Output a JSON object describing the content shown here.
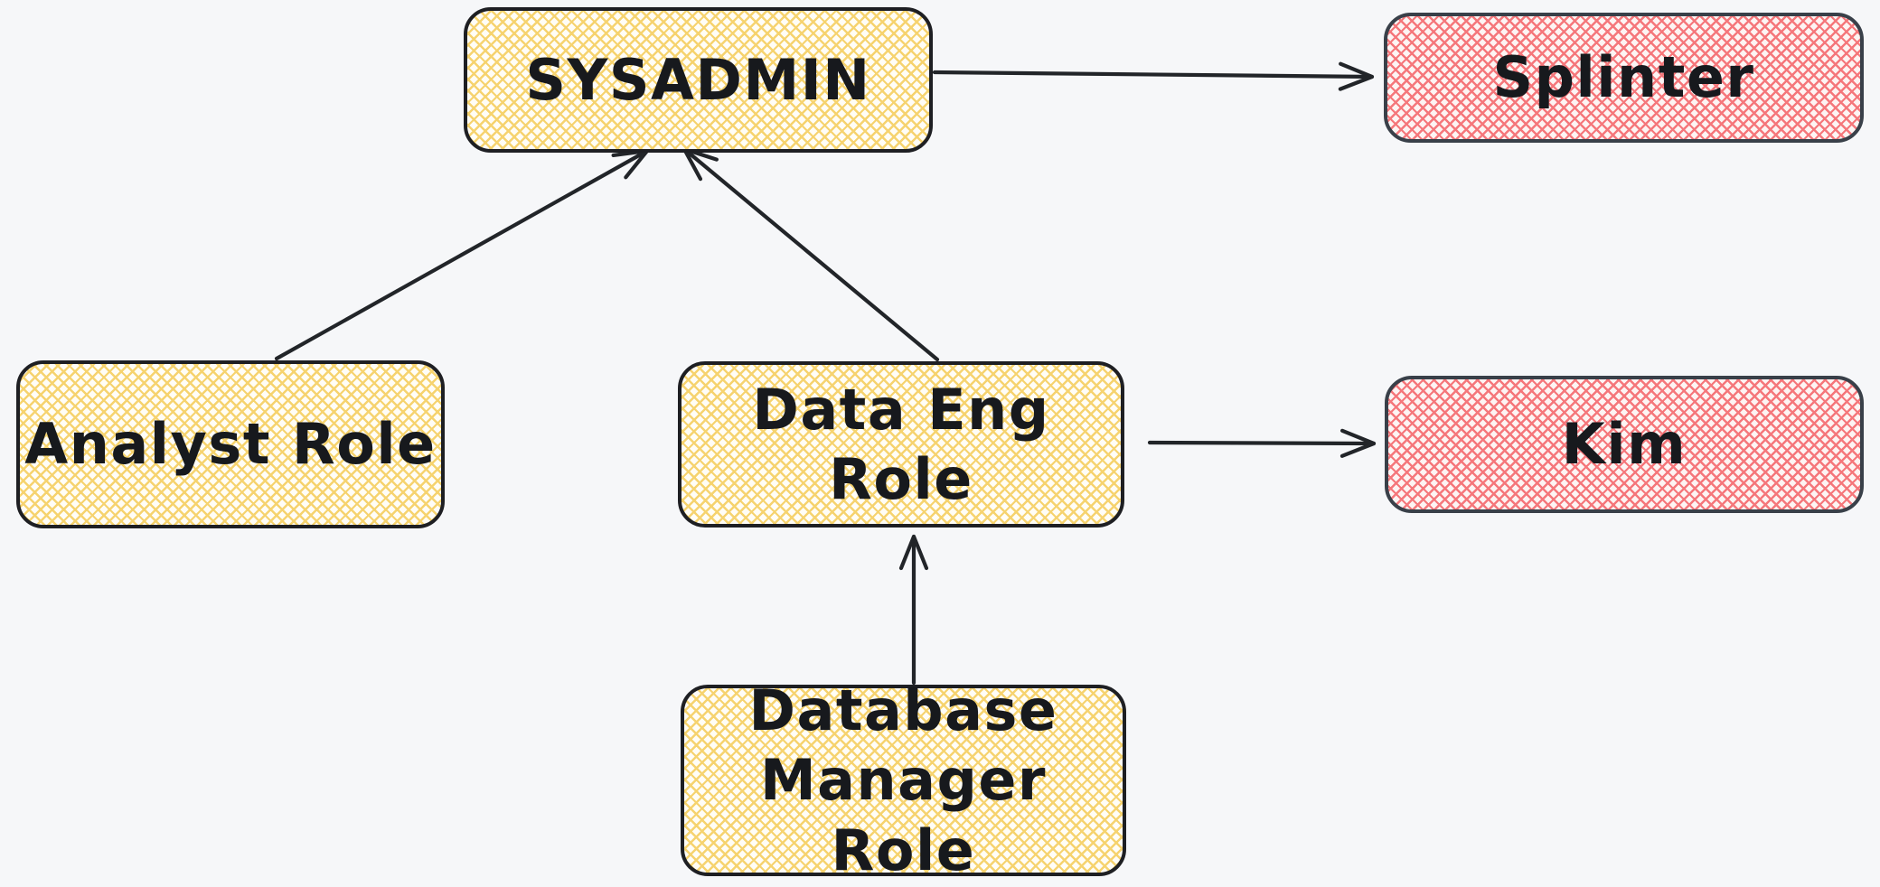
{
  "diagram": {
    "kind": "role-hierarchy-diagram",
    "nodes": {
      "sysadmin": {
        "label": "SYSADMIN",
        "kind": "role"
      },
      "splinter": {
        "label": "Splinter",
        "kind": "user"
      },
      "analyst": {
        "label": "Analyst Role",
        "kind": "role"
      },
      "data_eng": {
        "label": "Data Eng Role",
        "kind": "role"
      },
      "kim": {
        "label": "Kim",
        "kind": "user"
      },
      "db_manager": {
        "label_line1": "Database",
        "label_line2": "Manager Role",
        "kind": "role"
      }
    },
    "edges": [
      {
        "from": "SYSADMIN",
        "to": "Splinter"
      },
      {
        "from": "Analyst Role",
        "to": "SYSADMIN"
      },
      {
        "from": "Data Eng Role",
        "to": "SYSADMIN"
      },
      {
        "from": "Data Eng Role",
        "to": "Kim"
      },
      {
        "from": "Database Manager Role",
        "to": "Data Eng Role"
      }
    ]
  },
  "colors": {
    "canvas_bg": "#f6f7f9",
    "role_hatch": "#f6d36f",
    "role_base": "#fffdf6",
    "user_hatch": "#f5777b",
    "user_base": "#fdf4f3",
    "role_border": "#1e1f23",
    "user_border": "#394049",
    "label_text": "#17191d",
    "arrow_stroke": "#222529"
  }
}
